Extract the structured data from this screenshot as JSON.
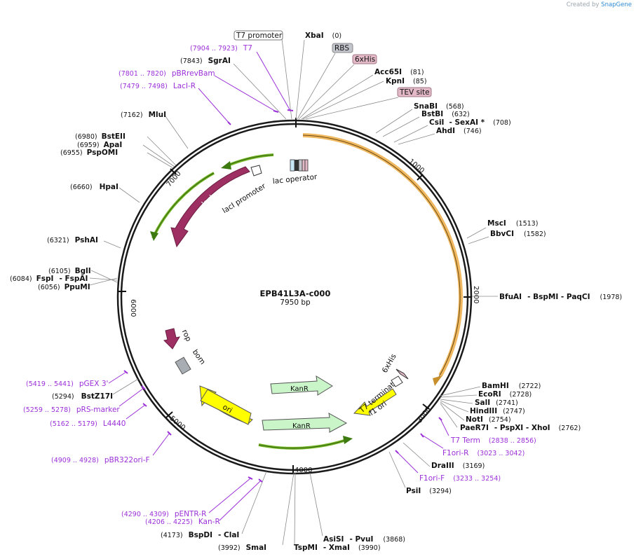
{
  "credit": {
    "prefix": "Created by",
    "brand": "SnapGene"
  },
  "plasmid": {
    "name": "EPB41L3A-c000",
    "size": "7950 bp"
  },
  "ticks": [
    {
      "label": "1000"
    },
    {
      "label": "2000"
    },
    {
      "label": "3000"
    },
    {
      "label": "4000"
    },
    {
      "label": "5000"
    },
    {
      "label": "6000"
    },
    {
      "label": "7000"
    }
  ],
  "sites": [
    {
      "name": "XbaI",
      "pos": "(0)"
    },
    {
      "name": "Acc65I",
      "pos": "(81)"
    },
    {
      "name": "KpnI",
      "pos": "(85)"
    },
    {
      "name": "SnaBI",
      "pos": "(568)"
    },
    {
      "name": "BstBI",
      "pos": "(632)"
    },
    {
      "name": "CsiI",
      "extra": "- SexAI *",
      "pos": "(708)"
    },
    {
      "name": "AhdI",
      "pos": "(746)"
    },
    {
      "name": "MscI",
      "pos": "(1513)"
    },
    {
      "name": "BbvCI",
      "pos": "(1582)"
    },
    {
      "name": "BfuAI",
      "extra": "- BspMI   - PaqCI",
      "pos": "(1978)"
    },
    {
      "name": "BamHI",
      "pos": "(2722)"
    },
    {
      "name": "EcoRI",
      "pos": "(2728)"
    },
    {
      "name": "SalI",
      "pos": "(2741)"
    },
    {
      "name": "HindIII",
      "pos": "(2747)"
    },
    {
      "name": "NotI",
      "pos": "(2754)"
    },
    {
      "name": "PaeR7I",
      "extra": "- PspXI   - XhoI",
      "pos": "(2762)"
    },
    {
      "name": "DraIII",
      "pos": "(3169)"
    },
    {
      "name": "PsiI",
      "pos": "(3294)"
    },
    {
      "name": "AsiSI",
      "extra": "- PvuI",
      "pos": "(3868)"
    },
    {
      "name": "TspMI",
      "extra": "- XmaI",
      "pos": "(3990)"
    },
    {
      "name": "SmaI",
      "pos": "(3992)"
    },
    {
      "name": "BspDI",
      "extra": "- ClaI",
      "pos": "(4173)"
    },
    {
      "name": "BstZ17I",
      "pos": "(5294)"
    },
    {
      "name": "PpuMI",
      "pos": "(6056)"
    },
    {
      "name": "FspI",
      "extra": "- FspAI",
      "pos": "(6084)"
    },
    {
      "name": "BglI",
      "pos": "(6105)"
    },
    {
      "name": "PshAI",
      "pos": "(6321)"
    },
    {
      "name": "HpaI",
      "pos": "(6660)"
    },
    {
      "name": "PspOMI",
      "pos": "(6955)"
    },
    {
      "name": "ApaI",
      "pos": "(6959)"
    },
    {
      "name": "BstEII",
      "pos": "(6980)"
    },
    {
      "name": "MluI",
      "pos": "(7162)"
    },
    {
      "name": "SgrAI",
      "pos": "(7843)"
    }
  ],
  "primers": [
    {
      "name": "T7",
      "range": "(7904 .. 7923)"
    },
    {
      "name": "pBRrevBam",
      "range": "(7801 .. 7820)"
    },
    {
      "name": "LacI-R",
      "range": "(7479 .. 7498)"
    },
    {
      "name": "T7 Term",
      "range": "(2838 .. 2856)"
    },
    {
      "name": "F1ori-R",
      "range": "(3023 .. 3042)"
    },
    {
      "name": "F1ori-F",
      "range": "(3233 .. 3254)"
    },
    {
      "name": "pENTR-R",
      "range": "(4290 .. 4309)"
    },
    {
      "name": "Kan-R",
      "range": "(4206 .. 4225)"
    },
    {
      "name": "pBR322ori-F",
      "range": "(4909 .. 4928)"
    },
    {
      "name": "L4440",
      "range": "(5162 .. 5179)"
    },
    {
      "name": "pRS-marker",
      "range": "(5259 .. 5278)"
    },
    {
      "name": "pGEX 3'",
      "range": "(5419 .. 5441)"
    }
  ],
  "boxed_features": [
    {
      "name": "T7 promoter"
    },
    {
      "name": "RBS"
    },
    {
      "name": "6xHis"
    },
    {
      "name": "TEV site"
    }
  ],
  "inner_features": {
    "lac_operator": "lac operator",
    "lacI": "lacI",
    "lacI_promoter": "lacI promoter",
    "rop": "rop",
    "bom": "bom",
    "ori": "ori",
    "KanR_1": "KanR",
    "KanR_2": "KanR",
    "t7_terminator": "T7 terminator",
    "f1_ori": "f1 ori",
    "sixhis": "6xHis"
  },
  "colors": {
    "backbone": "#1a1a1a",
    "cds_orange": "#f0b860",
    "lacI": "#9e2f63",
    "green_arrow": "#76b82a",
    "kanr_fill": "#c9f5c9",
    "ori_yellow": "#ffff00",
    "primer": "#9b30d9",
    "box_grey": "#c2c6cc",
    "box_pink": "#e3b9c8"
  }
}
